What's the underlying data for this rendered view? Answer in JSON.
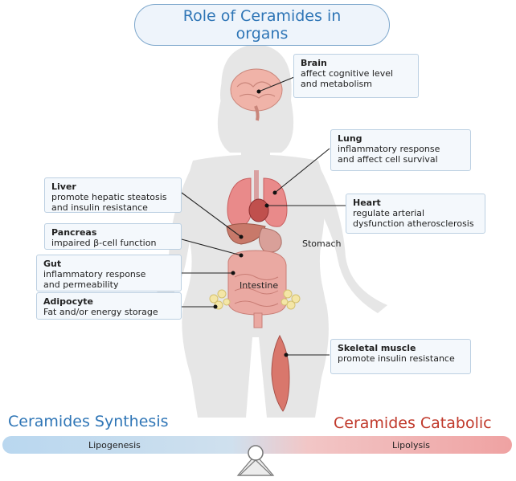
{
  "title": "Role of Ceramides in organs",
  "organs": {
    "brain": {
      "name": "Brain",
      "desc1": "affect cognitive level",
      "desc2": "and metabolism"
    },
    "lung": {
      "name": "Lung",
      "desc1": "inflammatory response",
      "desc2": "and affect cell survival"
    },
    "liver": {
      "name": "Liver",
      "desc1": "promote hepatic steatosis",
      "desc2": "and insulin resistance"
    },
    "heart": {
      "name": "Heart",
      "desc1": "regulate arterial",
      "desc2": "dysfunction atherosclerosis"
    },
    "pancreas": {
      "name": "Pancreas",
      "desc1": "impaired β-cell function"
    },
    "gut": {
      "name": "Gut",
      "desc1": "inflammatory response",
      "desc2": "and permeability"
    },
    "adipocyte": {
      "name": "Adipocyte",
      "desc1": "Fat and/or energy storage"
    },
    "skeletal_muscle": {
      "name": "Skeletal muscle",
      "desc1": "promote insulin resistance"
    }
  },
  "labels": {
    "stomach": "Stomach",
    "intestine": "Intestine"
  },
  "balance": {
    "left_title": "Ceramides Synthesis",
    "right_title": "Ceramides Catabolic",
    "left_label": "Lipogenesis",
    "right_label": "Lipolysis",
    "left_color": "#2e75b6",
    "right_color": "#c0392b"
  }
}
